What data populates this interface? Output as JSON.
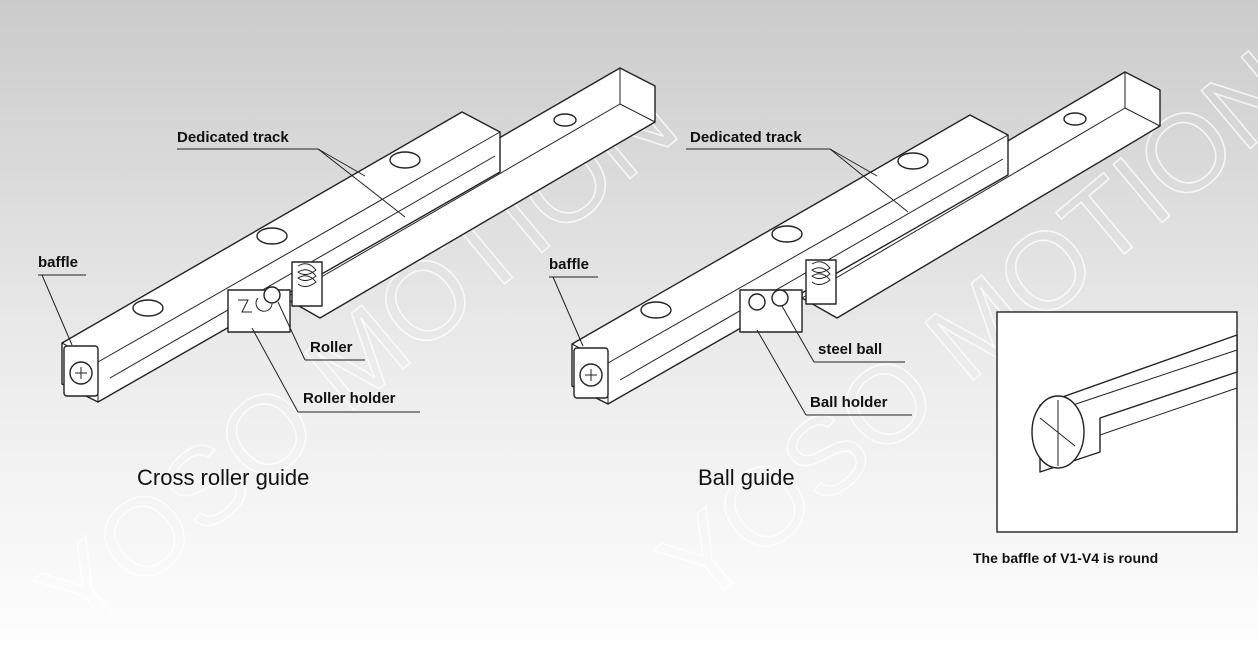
{
  "watermark": {
    "text": "YOSO MOTION"
  },
  "left_assembly": {
    "label_track": "Dedicated track",
    "label_baffle": "baffle",
    "label_rolling": "Roller",
    "label_holder": "Roller holder",
    "caption": "Cross roller guide"
  },
  "right_assembly": {
    "label_track": "Dedicated track",
    "label_baffle": "baffle",
    "label_rolling": "steel ball",
    "label_holder": "Ball holder",
    "caption": "Ball guide"
  },
  "inset": {
    "note": "The baffle of V1-V4 is round"
  }
}
